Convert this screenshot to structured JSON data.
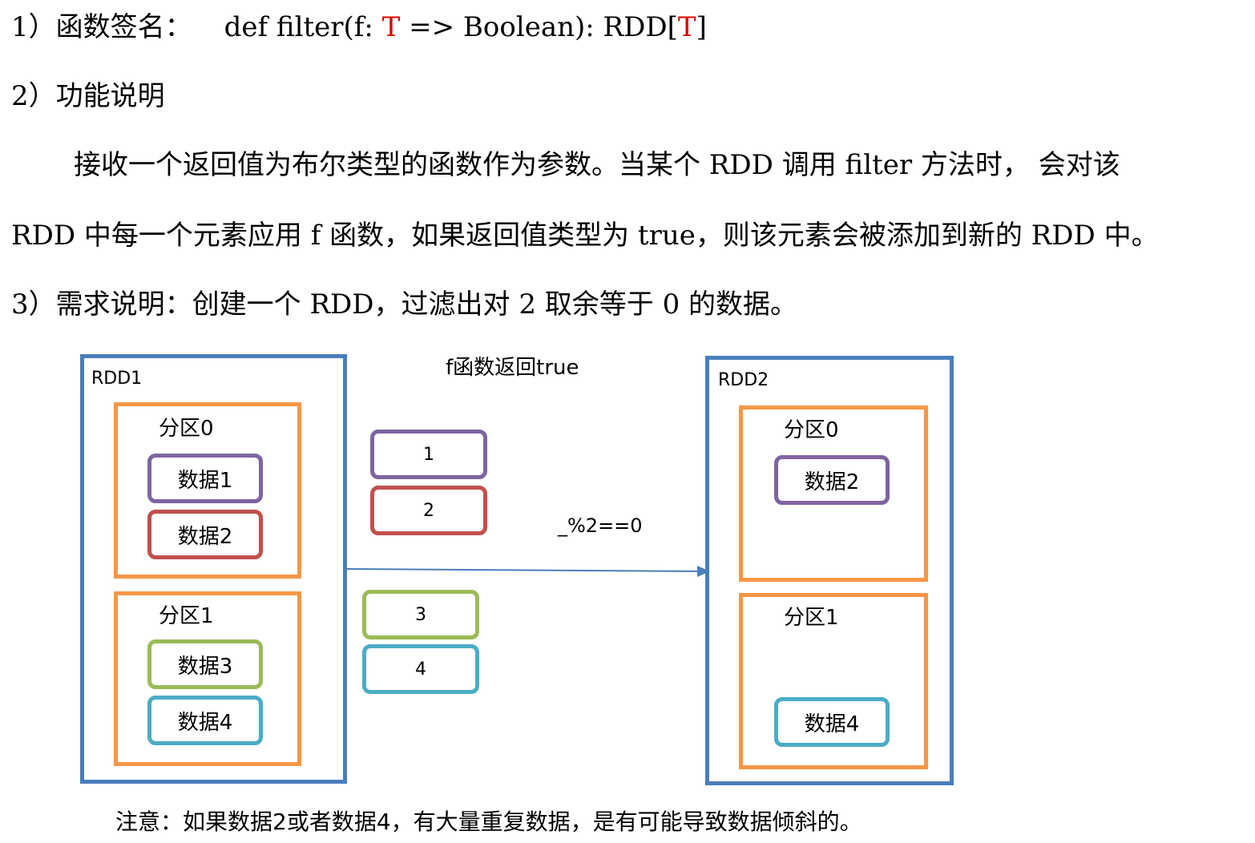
{
  "text": {
    "line1_prefix": "1）函数签名：",
    "line1_code_a": "def filter(f: ",
    "line1_T1": "T",
    "line1_code_b": " => Boolean): RDD[",
    "line1_T2": "T",
    "line1_code_c": "]",
    "line2": "2）功能说明",
    "para1": "接收一个返回值为布尔类型的函数作为参数。当某个 RDD 调用 filter 方法时， 会对该",
    "para2": "RDD 中每一个元素应用 f 函数，如果返回值类型为 true，则该元素会被添加到新的 RDD 中。",
    "line3": "3）需求说明：创建一个 RDD，过滤出对 2 取余等于 0 的数据。"
  },
  "diagram": {
    "rdd1_label": "RDD1",
    "rdd2_label": "RDD2",
    "partition0": "分区0",
    "partition1": "分区1",
    "data1": "数据1",
    "data2": "数据2",
    "data3": "数据3",
    "data4": "数据4",
    "v1": "1",
    "v2": "2",
    "v3": "3",
    "v4": "4",
    "func_title": "f函数返回true",
    "predicate": "_%2==0",
    "note": "注意：如果数据2或者数据4，有大量重复数据，是有可能导致数据倾斜的。"
  },
  "colors": {
    "rdd_border": "#4a7ebb",
    "partition_border": "#f79646",
    "purple": "#7f64a2",
    "red": "#c0504d",
    "green": "#9bbb59",
    "cyan": "#4bacc6",
    "highlight": "#e00000"
  }
}
